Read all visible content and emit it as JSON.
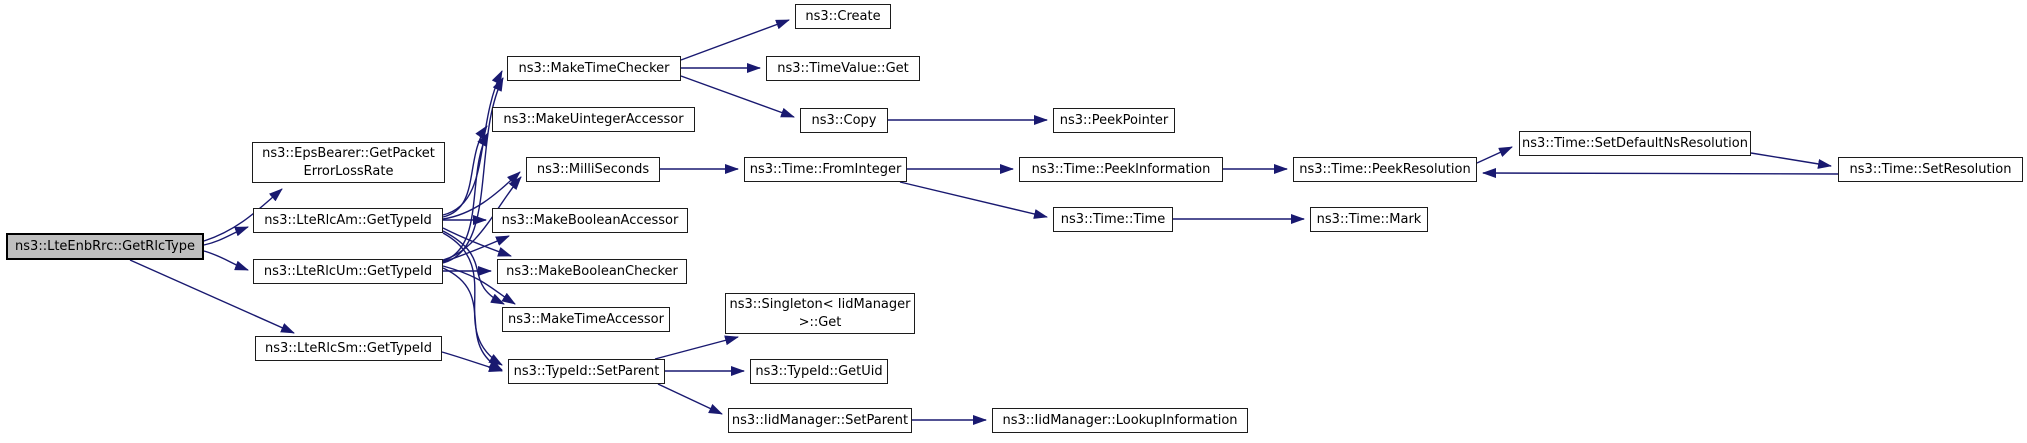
{
  "diagram": {
    "type": "doxygen-call-graph",
    "colors": {
      "edge": "#191970",
      "node_border": "#1c1c1c",
      "node_fill": "#ffffff",
      "highlight_fill": "#bfbfbf",
      "background": "#ffffff",
      "text": "#000000"
    },
    "nodes": {
      "main": {
        "label": "ns3::LteEnbRrc::GetRlcType",
        "highlighted": true
      },
      "eps": {
        "label": "ns3::EpsBearer::GetPacket\nErrorLossRate"
      },
      "am": {
        "label": "ns3::LteRlcAm::GetTypeId"
      },
      "um": {
        "label": "ns3::LteRlcUm::GetTypeId"
      },
      "sm": {
        "label": "ns3::LteRlcSm::GetTypeId"
      },
      "mtc": {
        "label": "ns3::MakeTimeChecker"
      },
      "mua": {
        "label": "ns3::MakeUintegerAccessor"
      },
      "ms": {
        "label": "ns3::MilliSeconds"
      },
      "mba": {
        "label": "ns3::MakeBooleanAccessor"
      },
      "mbc": {
        "label": "ns3::MakeBooleanChecker"
      },
      "mta": {
        "label": "ns3::MakeTimeAccessor"
      },
      "tsp": {
        "label": "ns3::TypeId::SetParent"
      },
      "create": {
        "label": "ns3::Create"
      },
      "tvg": {
        "label": "ns3::TimeValue::Get"
      },
      "copy": {
        "label": "ns3::Copy"
      },
      "fromint": {
        "label": "ns3::Time::FromInteger"
      },
      "singleton": {
        "label": "ns3::Singleton< IidManager\n>::Get"
      },
      "getuid": {
        "label": "ns3::TypeId::GetUid"
      },
      "iidsp": {
        "label": "ns3::IidManager::SetParent"
      },
      "peekptr": {
        "label": "ns3::PeekPointer"
      },
      "peekinfo": {
        "label": "ns3::Time::PeekInformation"
      },
      "time": {
        "label": "ns3::Time::Time"
      },
      "lookup": {
        "label": "ns3::IidManager::LookupInformation"
      },
      "peekres": {
        "label": "ns3::Time::PeekResolution"
      },
      "mark": {
        "label": "ns3::Time::Mark"
      },
      "setdefres": {
        "label": "ns3::Time::SetDefaultNsResolution"
      },
      "setres": {
        "label": "ns3::Time::SetResolution"
      }
    },
    "edges": [
      {
        "from": "main",
        "to": "eps"
      },
      {
        "from": "main",
        "to": "am"
      },
      {
        "from": "main",
        "to": "um"
      },
      {
        "from": "main",
        "to": "sm"
      },
      {
        "from": "am",
        "to": "mtc"
      },
      {
        "from": "am",
        "to": "mua"
      },
      {
        "from": "am",
        "to": "ms"
      },
      {
        "from": "am",
        "to": "mba"
      },
      {
        "from": "am",
        "to": "mbc"
      },
      {
        "from": "am",
        "to": "mta"
      },
      {
        "from": "am",
        "to": "tsp"
      },
      {
        "from": "um",
        "to": "mtc"
      },
      {
        "from": "um",
        "to": "mua"
      },
      {
        "from": "um",
        "to": "ms"
      },
      {
        "from": "um",
        "to": "mba"
      },
      {
        "from": "um",
        "to": "mbc"
      },
      {
        "from": "um",
        "to": "mta"
      },
      {
        "from": "um",
        "to": "tsp"
      },
      {
        "from": "sm",
        "to": "tsp"
      },
      {
        "from": "mtc",
        "to": "create"
      },
      {
        "from": "mtc",
        "to": "tvg"
      },
      {
        "from": "mtc",
        "to": "copy"
      },
      {
        "from": "copy",
        "to": "peekptr"
      },
      {
        "from": "ms",
        "to": "fromint"
      },
      {
        "from": "fromint",
        "to": "peekinfo"
      },
      {
        "from": "fromint",
        "to": "time"
      },
      {
        "from": "peekinfo",
        "to": "peekres"
      },
      {
        "from": "peekres",
        "to": "setdefres"
      },
      {
        "from": "setdefres",
        "to": "setres"
      },
      {
        "from": "setres",
        "to": "peekres"
      },
      {
        "from": "time",
        "to": "mark"
      },
      {
        "from": "tsp",
        "to": "singleton"
      },
      {
        "from": "tsp",
        "to": "getuid"
      },
      {
        "from": "tsp",
        "to": "iidsp"
      },
      {
        "from": "iidsp",
        "to": "lookup"
      }
    ]
  }
}
